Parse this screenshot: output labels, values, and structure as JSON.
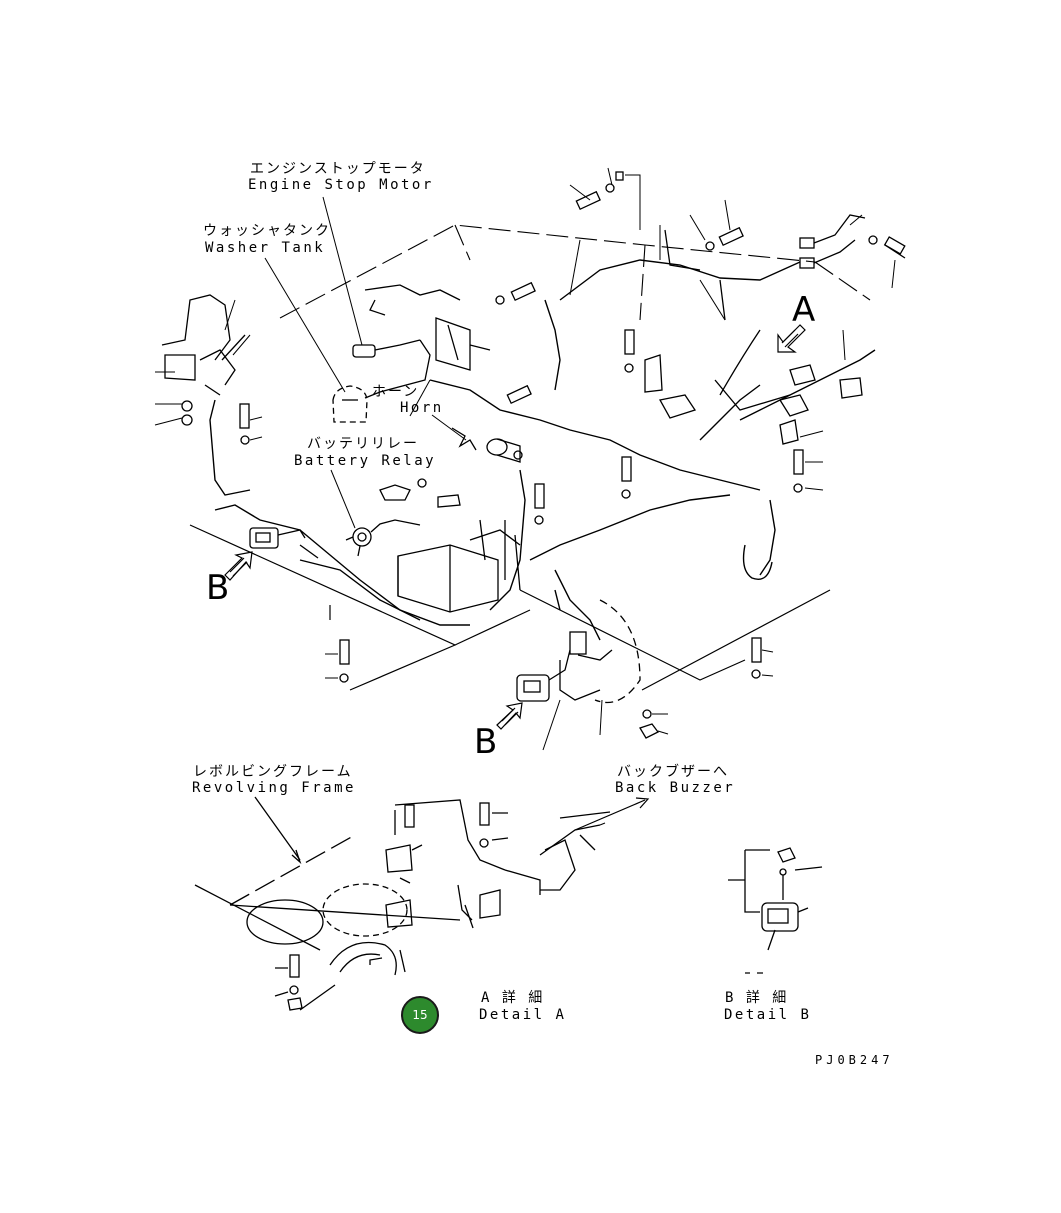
{
  "labels": {
    "engine_stop_motor_jp": "エンジンストップモータ",
    "engine_stop_motor_en": "Engine Stop Motor",
    "washer_tank_jp": "ウォッシャタンク",
    "washer_tank_en": "Washer Tank",
    "horn_jp": "ホーン",
    "horn_en": "Horn",
    "battery_relay_jp": "バッテリリレー",
    "battery_relay_en": "Battery Relay",
    "revolving_frame_jp": "レボルビングフレーム",
    "revolving_frame_en": "Revolving Frame",
    "back_buzzer_jp": "バックブザーへ",
    "back_buzzer_en": "Back Buzzer",
    "detail_a_jp": "A 詳 細",
    "detail_a_en": "Detail A",
    "detail_b_jp": "B 詳 細",
    "detail_b_en": "Detail B",
    "drawing_code": "PJ0B247"
  },
  "view_markers": {
    "a": "A",
    "b_left": "B",
    "b_bottom": "B"
  },
  "callout": {
    "number": "15",
    "color": "#2d8a2d"
  }
}
